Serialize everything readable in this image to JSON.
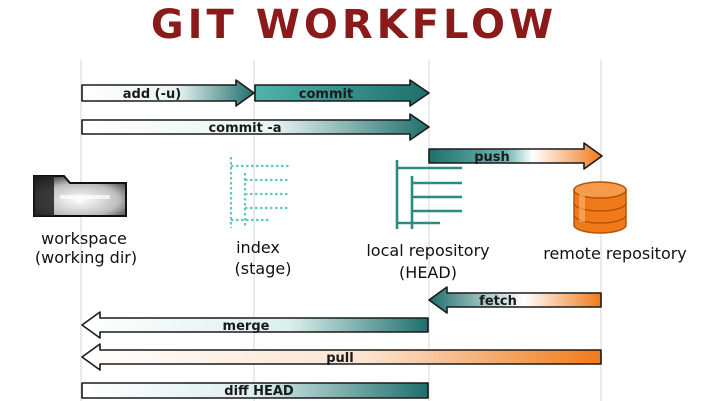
{
  "title": "GIT WORKFLOW",
  "nodes": [
    {
      "id": "workspace",
      "line1": "workspace",
      "line2": "(working dir)",
      "icon": "folder-icon",
      "color": "#222222"
    },
    {
      "id": "index",
      "line1": "index",
      "line2": "(stage)",
      "icon": "index-tree-icon",
      "color": "#5cc8c8"
    },
    {
      "id": "local",
      "line1": "local repository",
      "line2": "(HEAD)",
      "icon": "repository-tree-icon",
      "color": "#2e8b84"
    },
    {
      "id": "remote",
      "line1": "remote repository",
      "line2": "",
      "icon": "database-icon",
      "color": "#f07a1a"
    }
  ],
  "arrows": [
    {
      "id": "add",
      "label": "add (-u)",
      "from": "workspace",
      "to": "index"
    },
    {
      "id": "commit",
      "label": "commit",
      "from": "index",
      "to": "local"
    },
    {
      "id": "commit-a",
      "label": "commit -a",
      "from": "workspace",
      "to": "local"
    },
    {
      "id": "push",
      "label": "push",
      "from": "local",
      "to": "remote"
    },
    {
      "id": "fetch",
      "label": "fetch",
      "from": "remote",
      "to": "local"
    },
    {
      "id": "merge",
      "label": "merge",
      "from": "local",
      "to": "workspace"
    },
    {
      "id": "pull",
      "label": "pull",
      "from": "remote",
      "to": "workspace"
    },
    {
      "id": "diff-head",
      "label": "diff HEAD",
      "from": "local",
      "to": "workspace"
    }
  ],
  "colors": {
    "title": "#8b1a1a",
    "teal_dark": "#1f6f6c",
    "teal": "#3aa6a0",
    "orange": "#f07a1a",
    "guide": "#d6d6d6"
  }
}
